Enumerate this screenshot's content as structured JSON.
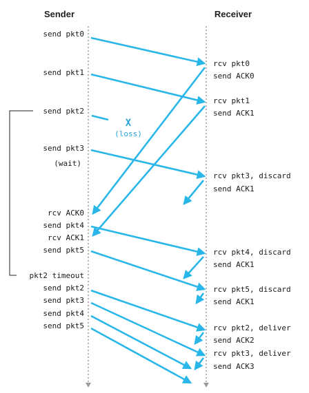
{
  "headers": {
    "sender": "Sender",
    "receiver": "Receiver"
  },
  "colors": {
    "arrow": "#29b6e8",
    "timeline": "#9a9a9a",
    "loss": "#29a3db",
    "text": "#1a1a1a"
  },
  "sender_labels": [
    "send pkt0",
    "send pkt1",
    "send pkt2",
    "send pkt3",
    "(wait)",
    "rcv ACK0",
    "send pkt4",
    "rcv ACK1",
    "send pkt5",
    "pkt2 timeout",
    "send pkt2",
    "send pkt3",
    "send pkt4",
    "send pkt5"
  ],
  "receiver_labels": [
    "rcv pkt0",
    "send ACK0",
    "rcv pkt1",
    "send ACK1",
    "rcv pkt3, discard",
    "send ACK1",
    "rcv pkt4, discard",
    "send ACK1",
    "rcv pkt5, discard",
    "send ACK1",
    "rcv pkt2, deliver",
    "send ACK2",
    "rcv pkt3, deliver",
    "send ACK3"
  ],
  "loss": {
    "mark": "X",
    "label": "(loss)"
  }
}
